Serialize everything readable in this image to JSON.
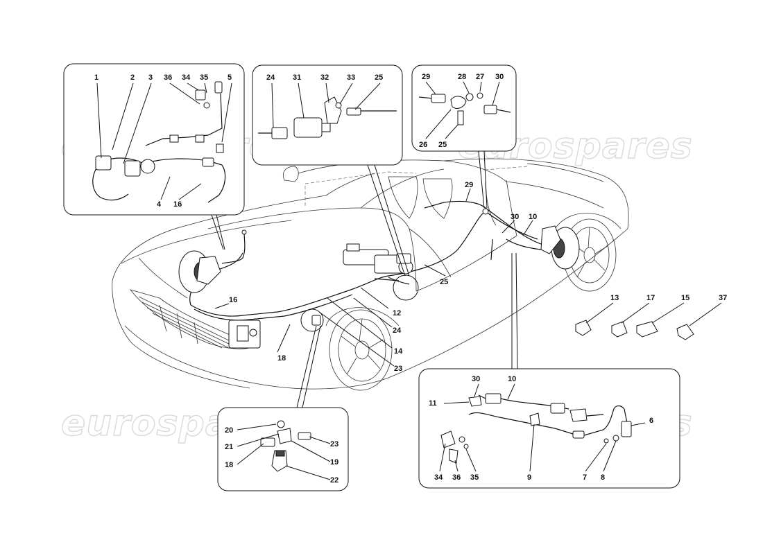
{
  "watermark": "eurospares",
  "callouts": {
    "top_left_box": [
      "1",
      "2",
      "3",
      "36",
      "34",
      "35",
      "5",
      "4",
      "16"
    ],
    "top_middle_box": [
      "24",
      "31",
      "32",
      "33",
      "25"
    ],
    "top_right_box": [
      "29",
      "28",
      "27",
      "30",
      "26",
      "25"
    ],
    "main_view": [
      "29",
      "30",
      "10",
      "25",
      "12",
      "24",
      "14",
      "23",
      "18",
      "16"
    ],
    "clips": [
      "13",
      "17",
      "15",
      "37"
    ],
    "bottom_left_box": [
      "20",
      "21",
      "18",
      "23",
      "19",
      "22"
    ],
    "bottom_right_box": [
      "30",
      "10",
      "11",
      "6",
      "34",
      "36",
      "35",
      "9",
      "7",
      "8"
    ]
  }
}
